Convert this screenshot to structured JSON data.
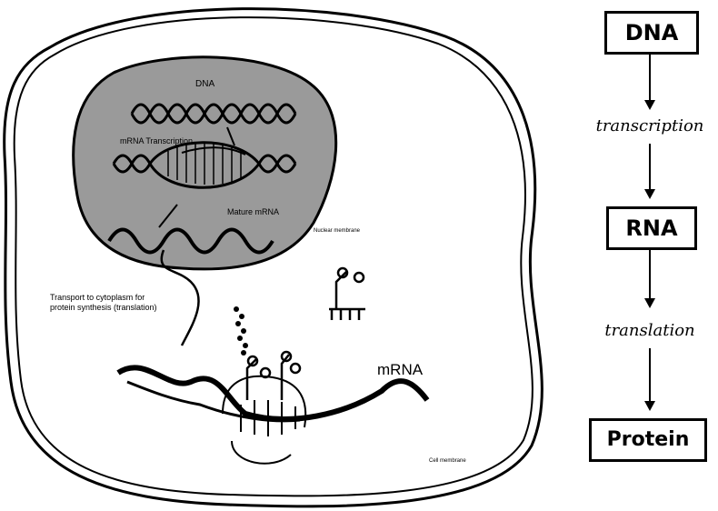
{
  "cell_diagram": {
    "dna_label": "DNA",
    "transcription_label": "mRNA Transcription",
    "mature_mrna_label": "Mature mRNA",
    "nuclear_membrane_label": "Nuclear membrane",
    "transport_label_line1": "Transport to cytoplasm for",
    "transport_label_line2": "protein synthesis (translation)",
    "mrna_label": "mRNA",
    "cell_membrane_label": "Cell membrane"
  },
  "flow": {
    "dna": "DNA",
    "step1": "transcription",
    "rna": "RNA",
    "step2": "translation",
    "protein": "Protein"
  },
  "colors": {
    "nucleus_fill": "#9a9a9a",
    "outline": "#000000"
  }
}
